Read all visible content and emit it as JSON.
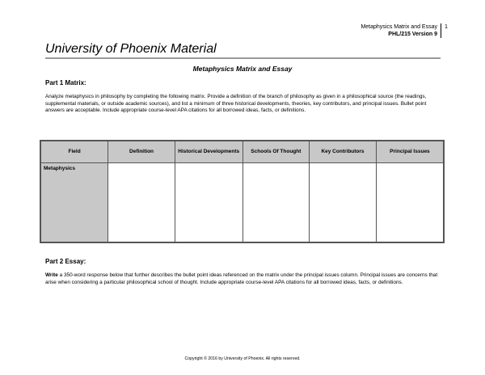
{
  "header": {
    "doc_name": "Metaphysics Matrix and Essay",
    "course_version": "PHL/215 Version 9",
    "page_number": "1"
  },
  "brand_title": "University of Phoenix Material",
  "document_title": "Metaphysics Matrix and Essay",
  "part1": {
    "heading": "Part 1 Matrix:",
    "instructions": "Analyze metaphysics in philosophy by completing the following matrix. Provide a definition of the branch of philosophy as given in a philosophical source (the readings, supplemental materials, or outside academic sources), and list a minimum of three historical developments, theories, key contributors, and principal issues. Bullet point answers are acceptable. Include appropriate course-level APA citations for all borrowed ideas, facts, or definitions."
  },
  "matrix": {
    "columns": [
      "Field",
      "Definition",
      "Historical Developments",
      "Schools Of Thought",
      "Key Contributors",
      "Principal Issues"
    ],
    "rows": [
      {
        "field": "Metaphysics",
        "definition": "",
        "historical_developments": "",
        "schools_of_thought": "",
        "key_contributors": "",
        "principal_issues": ""
      }
    ]
  },
  "part2": {
    "heading": "Part 2 Essay:",
    "lead_word": "Write",
    "instructions": " a 350-word response below that further describes the bullet point ideas referenced on the matrix under the principal issues column. Principal issues are concerns that arise when considering a particular philosophical school of thought. Include appropriate course-level APA citations for all borrowed ideas, facts, or definitions."
  },
  "footer": {
    "copyright": "Copyright © 2016 by University of Phoenix. All rights reserved."
  }
}
